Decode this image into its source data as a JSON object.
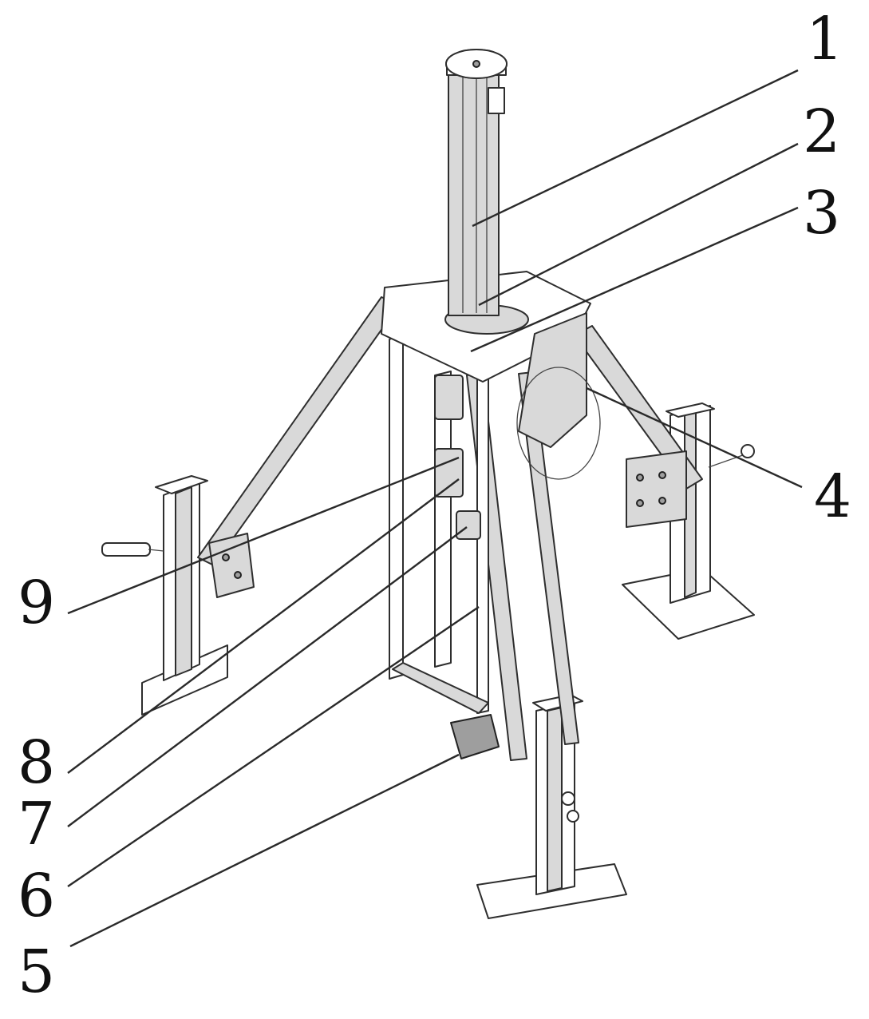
{
  "figure": {
    "callouts": [
      {
        "id": "1",
        "label": "1"
      },
      {
        "id": "2",
        "label": "2"
      },
      {
        "id": "3",
        "label": "3"
      },
      {
        "id": "4",
        "label": "4"
      },
      {
        "id": "5",
        "label": "5"
      },
      {
        "id": "6",
        "label": "6"
      },
      {
        "id": "7",
        "label": "7"
      },
      {
        "id": "8",
        "label": "8"
      },
      {
        "id": "9",
        "label": "9"
      }
    ],
    "colors": {
      "line": "#2e2e2e",
      "fill_light": "#d9d9d9",
      "fill_dark": "#9e9e9e",
      "background": "#ffffff"
    }
  }
}
